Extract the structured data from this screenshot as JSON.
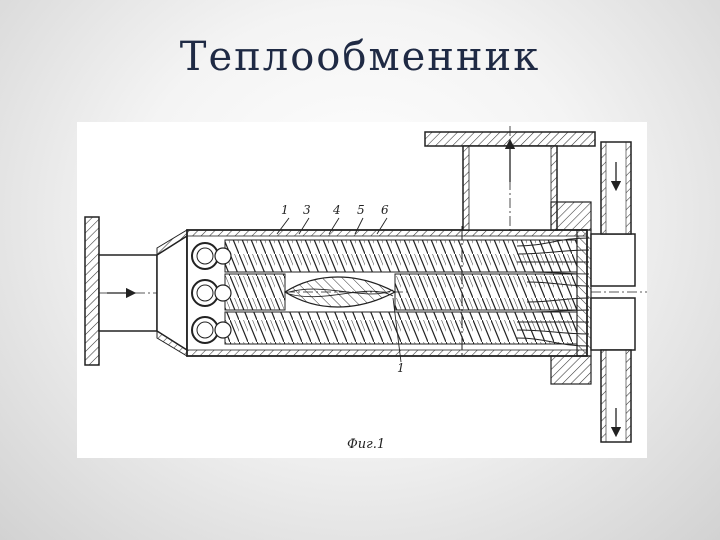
{
  "slide": {
    "title": "Теплообменник"
  },
  "figure": {
    "caption": "Фиг.1",
    "callouts": [
      "1",
      "3",
      "4",
      "5",
      "6",
      "1"
    ]
  },
  "colors": {
    "title": "#1f2a44",
    "line": "#222222",
    "hatch": "#333333",
    "background": "#ffffff"
  }
}
